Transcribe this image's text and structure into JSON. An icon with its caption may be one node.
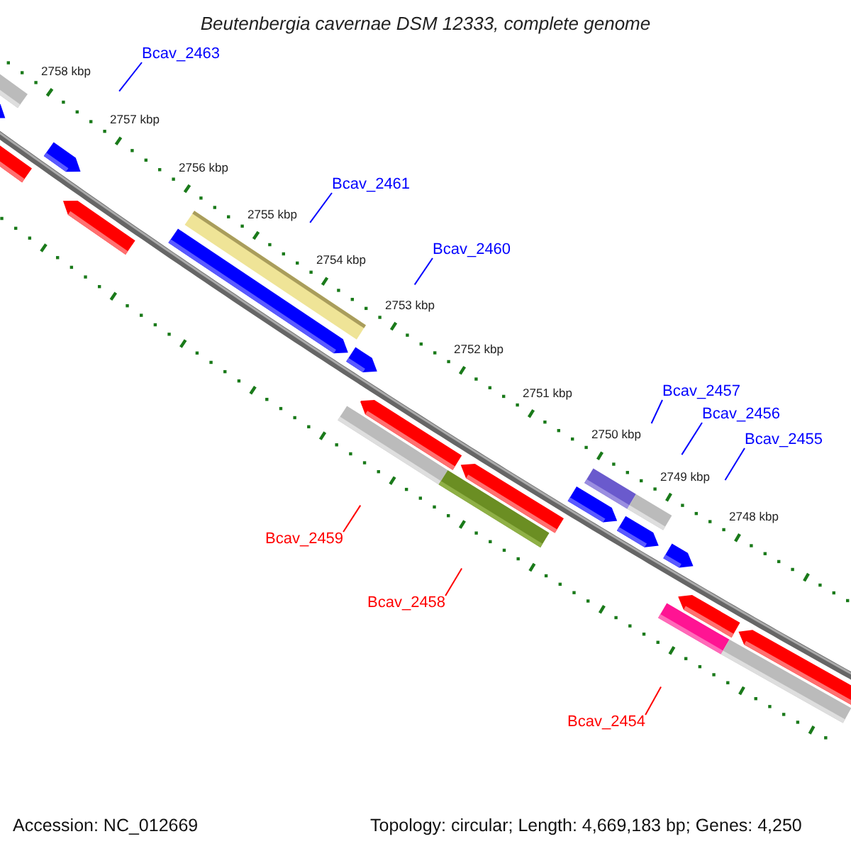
{
  "diagram": {
    "title": "Beutenbergia cavernae DSM 12333, complete genome",
    "nodes": [
      {
        "text": [
          "Bcav_2463"
        ]
      },
      {
        "text": [
          "Bcav_2461"
        ]
      },
      {
        "text": [
          "Bcav_2460"
        ]
      },
      {
        "text": [
          "Bcav_2457"
        ]
      },
      {
        "text": [
          "Bcav_2456"
        ]
      },
      {
        "text": [
          "Bcav_2455"
        ]
      },
      {
        "text": [
          "Bcav_2459"
        ]
      },
      {
        "text": [
          "Bcav_2458"
        ]
      },
      {
        "text": [
          "Bcav_2454"
        ]
      }
    ],
    "edges": [
      {
        "from": 0,
        "to": null,
        "arrow": "none"
      },
      {
        "from": 1,
        "to": null,
        "arrow": "none"
      },
      {
        "from": 2,
        "to": null,
        "arrow": "none"
      },
      {
        "from": 3,
        "to": null,
        "arrow": "none"
      },
      {
        "from": 4,
        "to": null,
        "arrow": "none"
      },
      {
        "from": 5,
        "to": null,
        "arrow": "none"
      },
      {
        "from": 6,
        "to": null,
        "arrow": "none",
        "color": "#ff0000"
      },
      {
        "from": 7,
        "to": null,
        "arrow": "none",
        "color": "#ff0000"
      },
      {
        "from": 8,
        "to": null,
        "arrow": "none",
        "color": "#ff0000"
      }
    ],
    "labels": [
      "2758 kbp",
      "2757 kbp",
      "2756 kbp",
      "2755 kbp",
      "2754 kbp",
      "2753 kbp",
      "2752 kbp",
      "2751 kbp",
      "2750 kbp",
      "2749 kbp",
      "2748 kbp",
      "Accession: NC_012669",
      "Topology: circular; Length: 4,669,183 bp; Genes: 4,250"
    ]
  }
}
